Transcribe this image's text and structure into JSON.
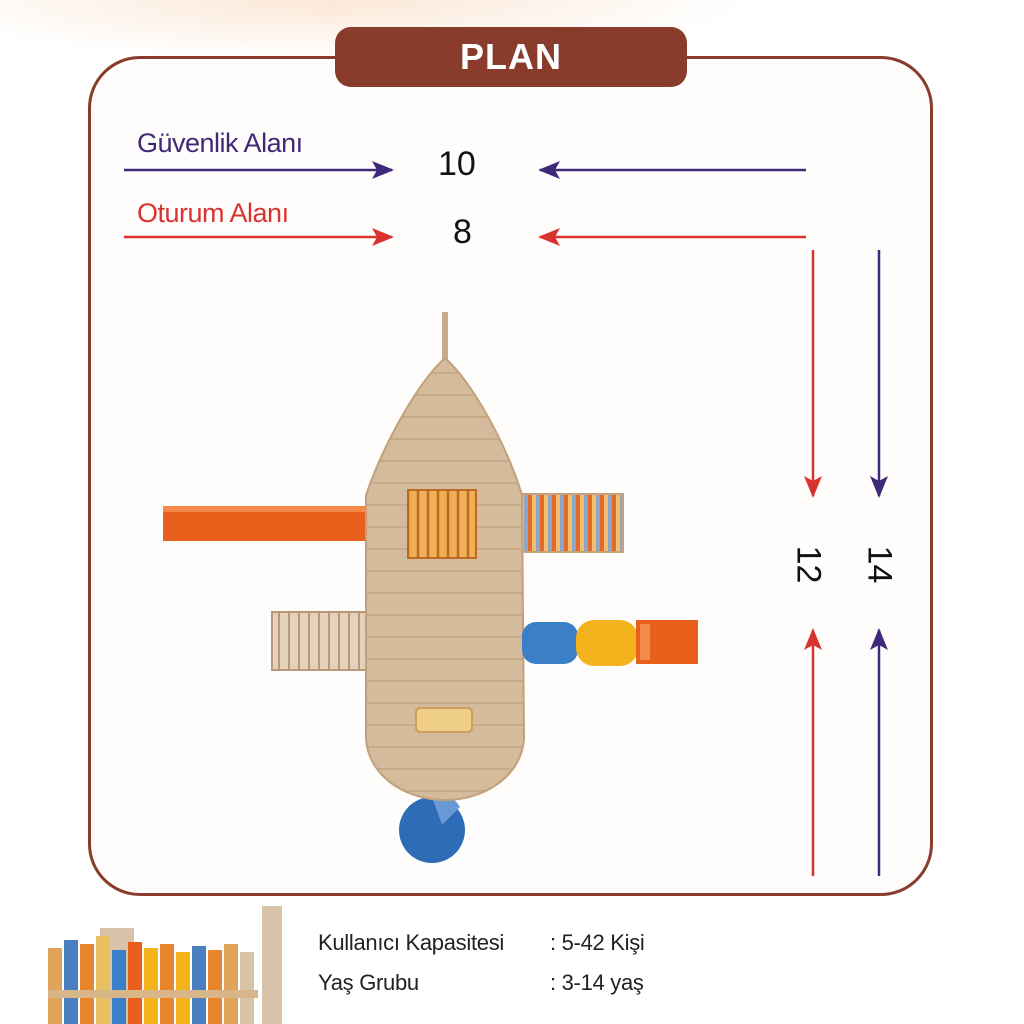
{
  "title": "PLAN",
  "legend": {
    "safety_label": "Güvenlik Alanı",
    "seating_label": "Oturum Alanı"
  },
  "dimensions": {
    "safety_width": "10",
    "seating_width": "8",
    "seating_length": "12",
    "safety_length": "14"
  },
  "specs": [
    {
      "key": "Kullanıcı Kapasitesi",
      "value": ": 5-42 Kişi"
    },
    {
      "key": "Yaş Grubu",
      "value": ": 3-14 yaş"
    }
  ],
  "colors": {
    "frame": "#8a3c2c",
    "safety_arrow": "#3d2a7a",
    "seating_arrow": "#d9332f",
    "deck": "#d2b99a",
    "slide_orange": "#e8601c",
    "slide_blue": "#3a7fc8",
    "slide_yellow": "#f2b31c"
  }
}
